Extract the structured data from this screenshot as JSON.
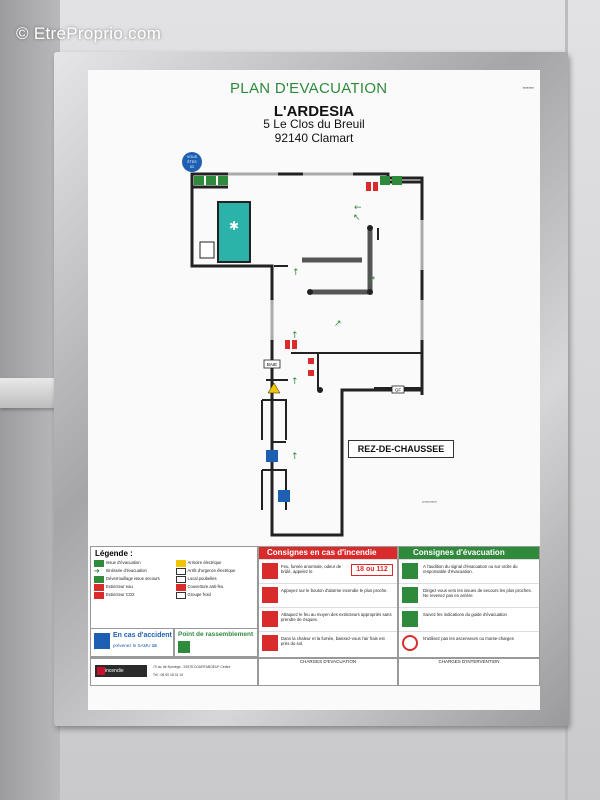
{
  "watermark": "© EtreProprio.com",
  "poster": {
    "title": "PLAN  D'EVACUATION",
    "building_name": "L'ARDESIA",
    "address_line1": "5 Le Clos du Breuil",
    "address_line2": "92140 Clamart",
    "you_are_here": [
      "VOUS",
      "ÊTES",
      "ICI"
    ],
    "floor_label": "REZ-DE-CHAUSSEE",
    "room_bal": "BAIE",
    "room_gf": "GF"
  },
  "legend": {
    "title": "Légende :",
    "items": [
      "Issue d'évacuation",
      "Armoire électrique",
      "Itinéraire d'évacuation",
      "Arrêt d'urgence électrique",
      "Déverrouillage issue secours",
      "Local poubelles",
      "Extincteur eau",
      "Couverture anti-feu",
      "Extincteur CO2",
      "Groupe froid"
    ]
  },
  "accident": {
    "title": "En cas d'accident",
    "samu": "prévenez le SAMU",
    "samu_number": "15"
  },
  "rally_point": {
    "title": "Point de rassemblement"
  },
  "company": {
    "logo_text": "incendie",
    "address": "70 av. de Norvège - 91978 COURTABOEUF Cedex",
    "tel": "Tél : 08 00 18 31 10"
  },
  "fire": {
    "heading": "Consignes en cas d'incendie",
    "phone": "18 ou 112",
    "rows": [
      "Feu, fumée anormale, odeur de brûlé, appelez le",
      "Appuyez sur le bouton d'alarme incendie le plus proche.",
      "Attaquez le feu au moyen des extincteurs appropriés sans prendre de risques.",
      "Dans la chaleur et la fumée, baissez-vous l'air frais est près du sol."
    ]
  },
  "evacuation": {
    "heading": "Consignes d'évacuation",
    "rows": [
      "A l'audition du signal d'évacuation ou sur ordre du responsable d'évacuation.",
      "Dirigez-vous vers les issues de secours les plus proches. Ne revenez pas en arrière",
      "Suivez les indications du guide d'évacuation",
      "N'utilisez pas les ascenseurs ou monte-charges"
    ]
  },
  "charged": {
    "evac": "CHARGES D'EVACUATION",
    "intervention": "CHARGES D'INTERVENTION"
  },
  "colors": {
    "green": "#2f8a3c",
    "red": "#d92b2b",
    "blue": "#1d5fb3",
    "teal": "#2bb3aa"
  }
}
